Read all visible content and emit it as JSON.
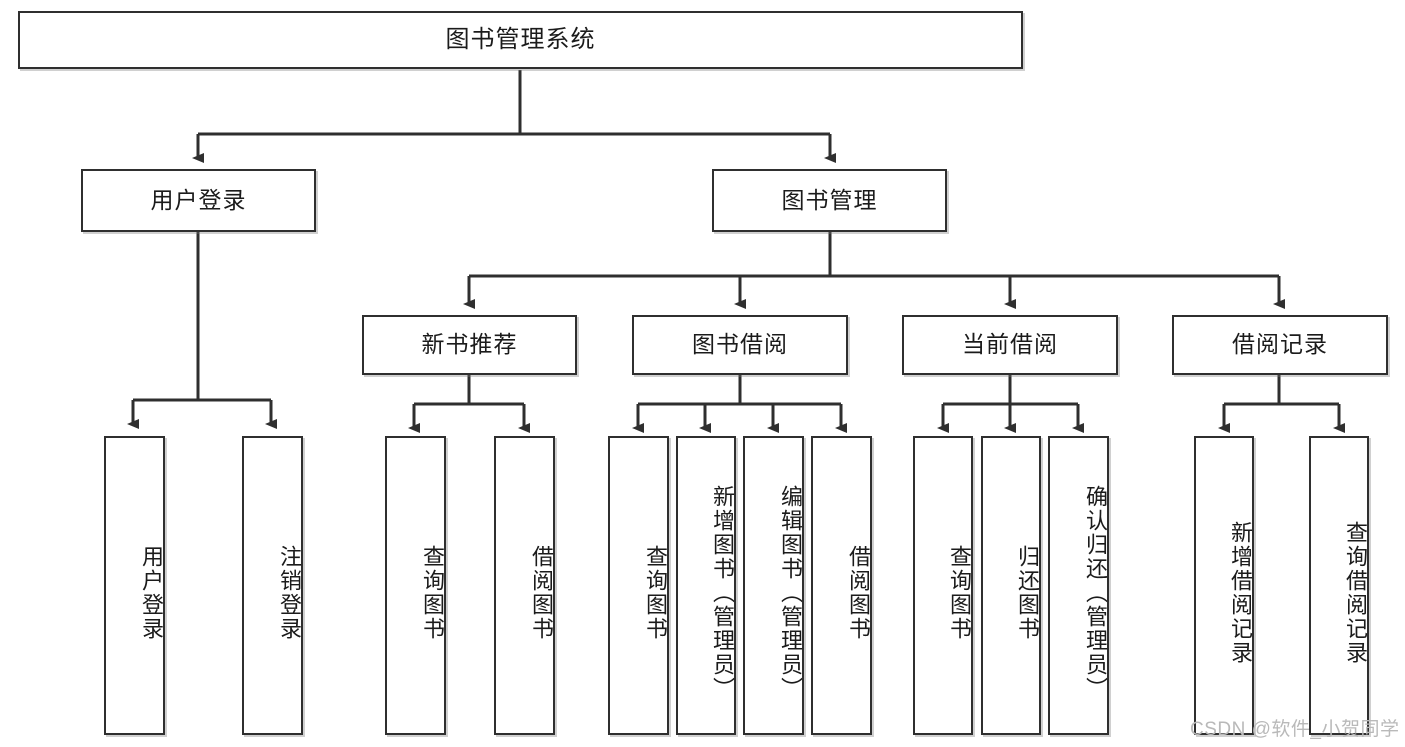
{
  "diagram": {
    "title": "图书管理系统",
    "type": "tree-hierarchy-chart",
    "line_color": "#2f2f2f",
    "box_fill": "#ffffff",
    "text_color": "#1b1b1b"
  },
  "nodes": {
    "root": {
      "label": "图书管理系统"
    },
    "level2": [
      {
        "label": "用户登录"
      },
      {
        "label": "图书管理"
      }
    ],
    "level3": [
      {
        "label": "新书推荐"
      },
      {
        "label": "图书借阅"
      },
      {
        "label": "当前借阅"
      },
      {
        "label": "借阅记录"
      }
    ],
    "leaves_user_login": [
      {
        "label": "用户登录"
      },
      {
        "label": "注销登录"
      }
    ],
    "leaves_new_book": [
      {
        "label": "查询图书"
      },
      {
        "label": "借阅图书"
      }
    ],
    "leaves_borrow": [
      {
        "label": "查询图书"
      },
      {
        "label": "新增图书（管理员）"
      },
      {
        "label": "编辑图书（管理员）"
      },
      {
        "label": "借阅图书"
      }
    ],
    "leaves_current": [
      {
        "label": "查询图书"
      },
      {
        "label": "归还图书"
      },
      {
        "label": "确认归还（管理员）"
      }
    ],
    "leaves_records": [
      {
        "label": "新增借阅记录"
      },
      {
        "label": "查询借阅记录"
      }
    ]
  },
  "watermark": {
    "text": "CSDN @软件_小贺同学"
  }
}
